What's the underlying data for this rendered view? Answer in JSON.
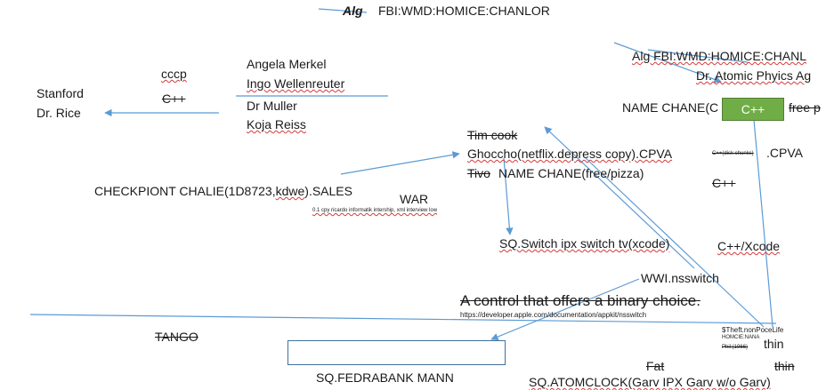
{
  "top": {
    "alg": "Alg",
    "title": "FBI:WMD:HOMICE:CHANLOR"
  },
  "left": {
    "cccp": "cccp",
    "cpp": "C++",
    "stanford": "Stanford",
    "dr_rice": "Dr. Rice",
    "names": [
      "Angela Merkel",
      "Ingo Wellenreuter",
      "Dr Muller",
      "Koja Reiss"
    ]
  },
  "right_top": {
    "alg_line": "Alg FBI:WMD:HOMICE:CHANL",
    "atomic": "Dr. Atomic Phyics Ag",
    "name_chane": "NAME CHANE(C",
    "green_box": "C++",
    "free": "free p"
  },
  "center": {
    "tim_cook": "Tim cook",
    "ghoccho": "Ghoccho(netflix.depress copy).CPVA",
    "tivo": "Tivo",
    "name_chane": "NAME CHANE(free/pizza)",
    "disk_chunks": "C++(disk chunks)",
    "cpva": ".CPVA",
    "cpp2": "C++",
    "sq_switch": "SQ.Switch ipx switch tv(xcode)",
    "cpp_xcode": "C++/Xcode"
  },
  "checkpoint": {
    "label": "CHECKPIONT CHALIE(1D8723,",
    "kdwe": "kdwe",
    "sales": ").SALES",
    "war": "WAR",
    "note": "0.1 cpy ricardo informatik intership, xml interview low"
  },
  "nsswitch": {
    "wwi": "WWI.nsswitch",
    "control": "A control that offers a binary choice.",
    "url": "https://developer.apple.com/documentation/appkit/nsswitch"
  },
  "bottom": {
    "tango": "TANGO",
    "theft": "$Theft.nonPoceLife",
    "homicie": "HOMCIE:NANA",
    "phil": "Phil (1966)",
    "thin1": "thin",
    "fat": "Fat",
    "thin2": "thin",
    "fedrabank": "SQ.FEDRABANK MANN",
    "atomclock": "SQ.ATOMCLOCK(Garv IPX Garv w/o Garv)"
  },
  "colors": {
    "connector": "#5b9bd5",
    "green": "#70ad47",
    "squiggle": "#d43b3b",
    "box_border": "#41719c"
  }
}
